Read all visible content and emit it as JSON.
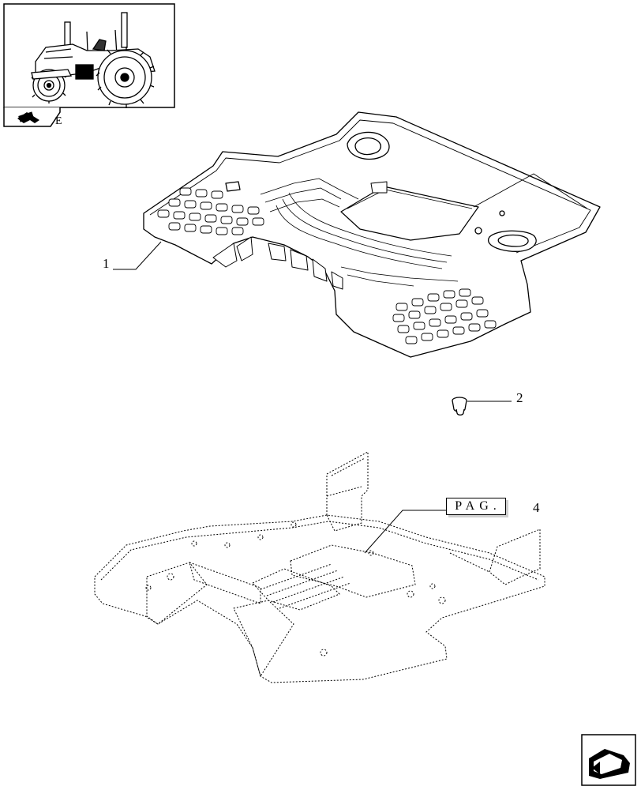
{
  "callouts": {
    "part_1": "1",
    "part_2": "2",
    "page_ref_label": "PAG.",
    "page_ref_number": "4"
  },
  "thumbnail": {
    "icon": "tractor-icon",
    "tab_icon": "arrow-page-icon",
    "tab_letter": "E"
  },
  "navigation": {
    "icon": "next-page-arrow-icon"
  },
  "colors": {
    "line": "#000000",
    "background": "#ffffff",
    "shade": "#cfcfcf"
  }
}
